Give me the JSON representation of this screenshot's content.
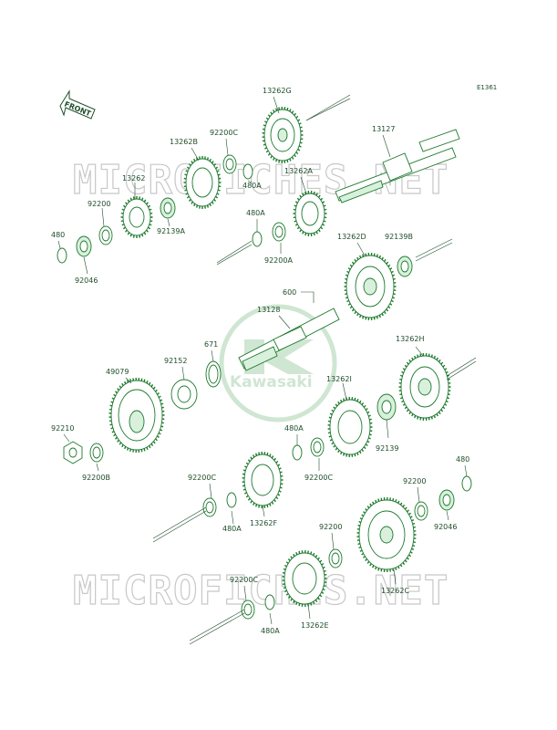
{
  "diagram_ref": "E1361",
  "front_label": "FRONT",
  "watermark_text": "MICROFICHES.NET",
  "logo_text": "Kawasaki",
  "colors": {
    "line": "#1e7a2e",
    "text": "#1f4d2a",
    "watermark": "#c8c8c8"
  },
  "labels": [
    {
      "id": "13262G",
      "text": "13262G"
    },
    {
      "id": "13127",
      "text": "13127"
    },
    {
      "id": "92200C_a",
      "text": "92200C"
    },
    {
      "id": "13262B",
      "text": "13262B"
    },
    {
      "id": "13262A",
      "text": "13262A"
    },
    {
      "id": "480A_a",
      "text": "480A"
    },
    {
      "id": "13262",
      "text": "13262"
    },
    {
      "id": "92200",
      "text": "92200"
    },
    {
      "id": "92139A",
      "text": "92139A"
    },
    {
      "id": "480A_b",
      "text": "480A"
    },
    {
      "id": "480",
      "text": "480"
    },
    {
      "id": "92046",
      "text": "92046"
    },
    {
      "id": "92200A",
      "text": "92200A"
    },
    {
      "id": "13262D",
      "text": "13262D"
    },
    {
      "id": "92139B",
      "text": "92139B"
    },
    {
      "id": "600",
      "text": "600"
    },
    {
      "id": "13128",
      "text": "13128"
    },
    {
      "id": "671",
      "text": "671"
    },
    {
      "id": "49079",
      "text": "49079"
    },
    {
      "id": "92152",
      "text": "92152"
    },
    {
      "id": "13262H",
      "text": "13262H"
    },
    {
      "id": "13262I",
      "text": "13262I"
    },
    {
      "id": "92210",
      "text": "92210"
    },
    {
      "id": "92139",
      "text": "92139"
    },
    {
      "id": "480A_c",
      "text": "480A"
    },
    {
      "id": "92200B",
      "text": "92200B"
    },
    {
      "id": "92200C_b",
      "text": "92200C"
    },
    {
      "id": "480_b",
      "text": "480"
    },
    {
      "id": "92200C_c",
      "text": "92200C"
    },
    {
      "id": "92200_b",
      "text": "92200"
    },
    {
      "id": "480A_d",
      "text": "480A"
    },
    {
      "id": "13262F",
      "text": "13262F"
    },
    {
      "id": "92046_b",
      "text": "92046"
    },
    {
      "id": "92200_c",
      "text": "92200"
    },
    {
      "id": "13262C",
      "text": "13262C"
    },
    {
      "id": "92200C_d",
      "text": "92200C"
    },
    {
      "id": "480A_e",
      "text": "480A"
    },
    {
      "id": "13262E",
      "text": "13262E"
    }
  ]
}
